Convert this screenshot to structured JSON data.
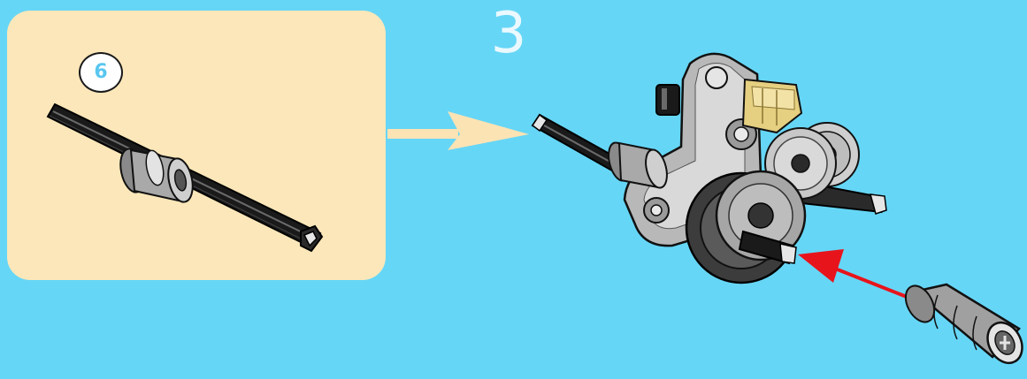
{
  "step": {
    "number": "3"
  },
  "subassembly": {
    "quantity": "6"
  },
  "colors": {
    "background": "#66d6f6",
    "panel": "#fbe7b9",
    "flow_arrow": "#fbe3b4",
    "insert_arrow": "#e8141c",
    "axle": "#111111",
    "beam_gray": "#b8b8b8",
    "tan_part": "#e5cf80"
  },
  "icons": [
    "axle-with-bush",
    "flow-arrow",
    "gearbox-assembly",
    "red-insert-arrow",
    "axle-joiner"
  ]
}
